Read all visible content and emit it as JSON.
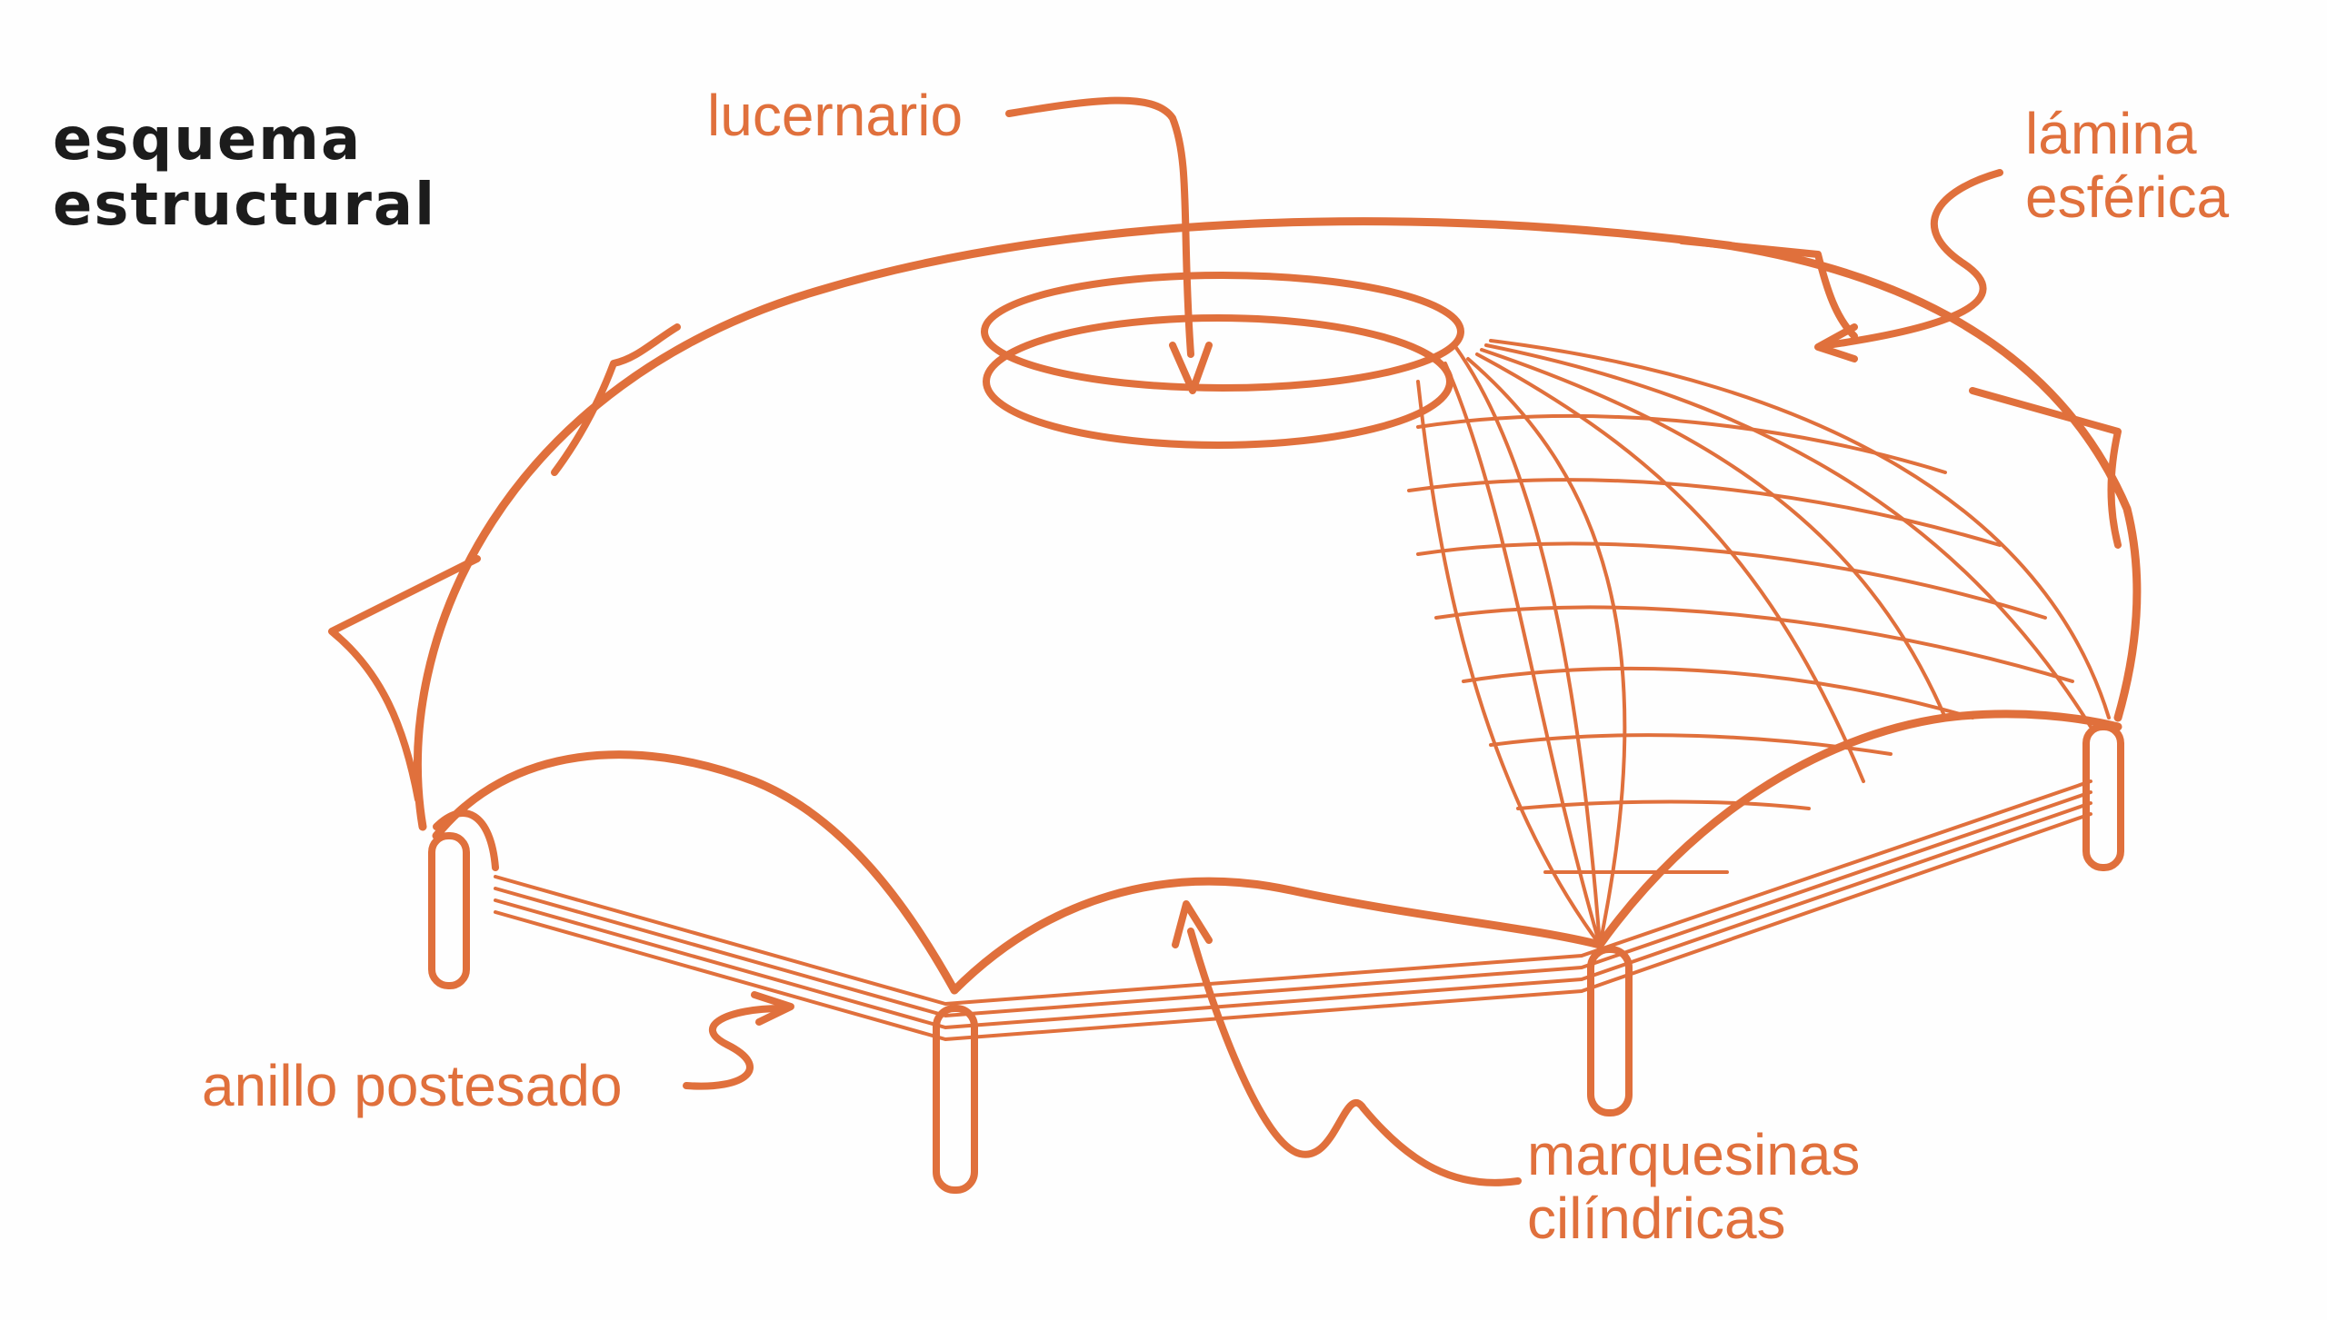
{
  "title": {
    "line1": "esquema",
    "line2": "estructural"
  },
  "labels": {
    "skylight": "lucernario",
    "shell_line1": "lámina",
    "shell_line2": "esférica",
    "ring": "anillo postesado",
    "canopies_line1": "marquesinas",
    "canopies_line2": "cilíndricas"
  },
  "colors": {
    "drawing": "#e0703c",
    "text_dark": "#1c1c1c",
    "background": "#fefefe"
  }
}
